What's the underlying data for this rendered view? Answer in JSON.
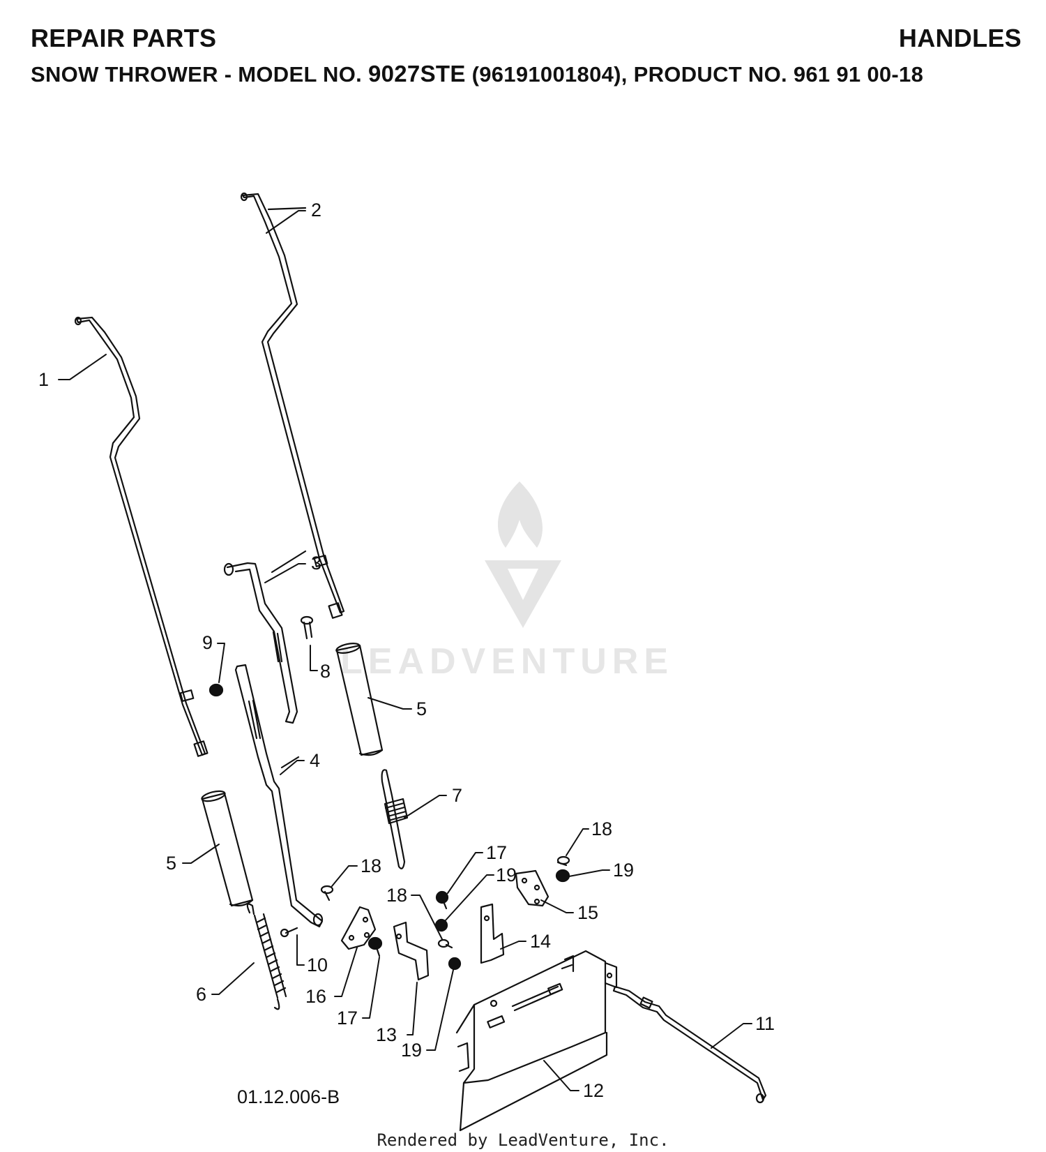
{
  "header": {
    "title": "REPAIR PARTS",
    "section": "HANDLES",
    "subtitle_prefix": "SNOW THROWER - MODEL NO.",
    "model": "9027STE",
    "subtitle_suffix": "(96191001804), PRODUCT NO. 961 91 00-18"
  },
  "diagram": {
    "drawing_code": "01.12.006-B",
    "callouts": {
      "c1": "1",
      "c2": "2",
      "c3": "3",
      "c4": "4",
      "c5a": "5",
      "c5b": "5",
      "c6": "6",
      "c7": "7",
      "c8": "8",
      "c9": "9",
      "c10": "10",
      "c11": "11",
      "c12": "12",
      "c13": "13",
      "c14": "14",
      "c15": "15",
      "c16": "16",
      "c17a": "17",
      "c17b": "17",
      "c18a": "18",
      "c18b": "18",
      "c18c": "18",
      "c19a": "19",
      "c19b": "19",
      "c19c": "19"
    }
  },
  "watermark": {
    "text": "LEADVENTURE"
  },
  "footer": {
    "rendered_by": "Rendered by LeadVenture, Inc."
  }
}
